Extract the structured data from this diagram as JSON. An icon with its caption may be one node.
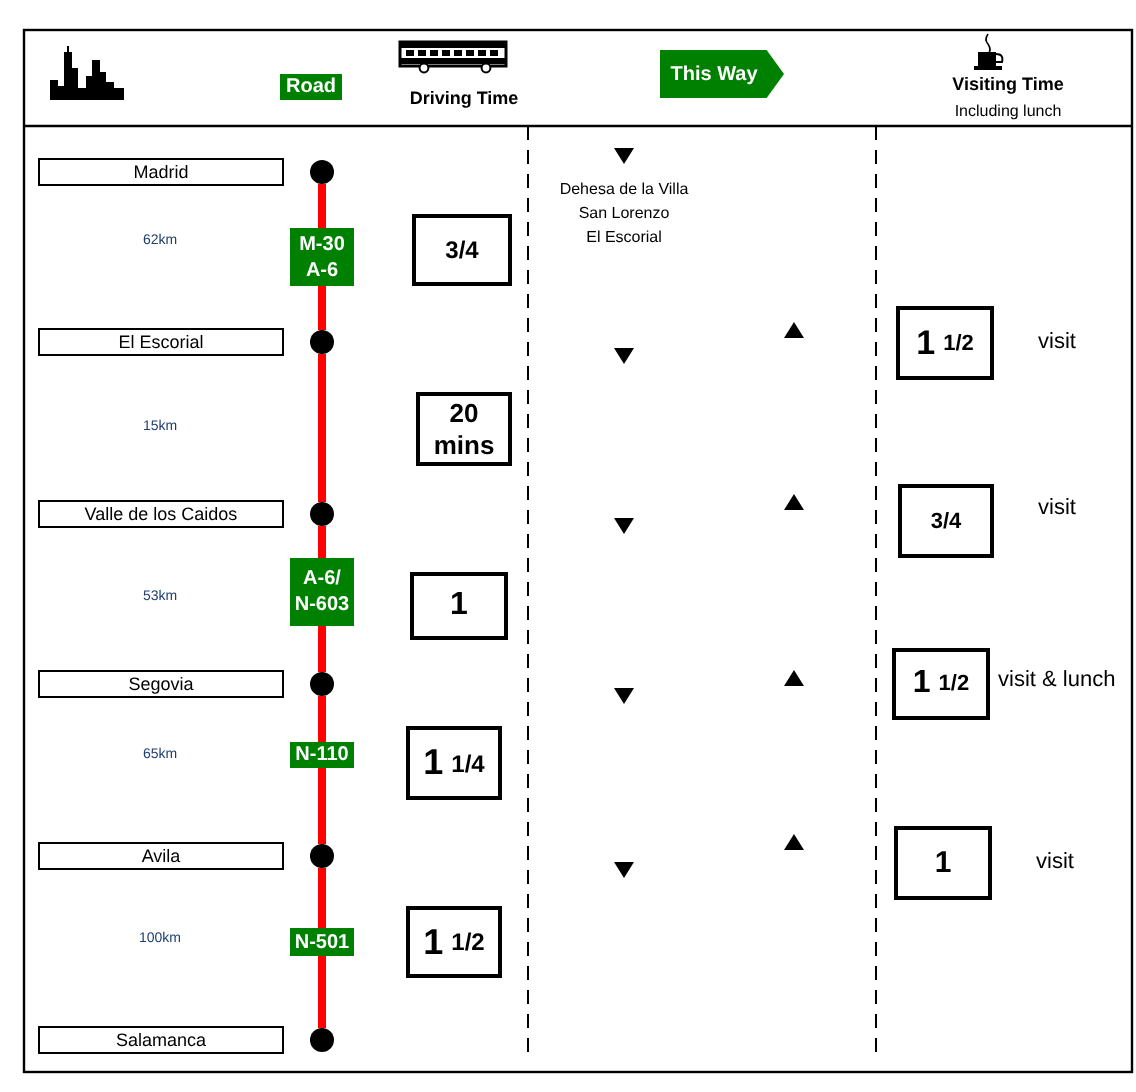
{
  "diagram": {
    "nodes": [
      {
        "text": [
          "Road"
        ]
      },
      {
        "text": [
          "This Way"
        ]
      },
      {
        "text": [
          "Madrid"
        ]
      },
      {
        "text": [],
        "shape": "circle"
      },
      {
        "text": [
          "M-30 A-6"
        ]
      },
      {
        "text": [
          "3/4"
        ]
      },
      {
        "text": [
          "El Escorial"
        ]
      },
      {
        "text": [],
        "shape": "circle"
      },
      {
        "text": [
          "1",
          "1/2"
        ],
        "beside": [
          "visit"
        ]
      },
      {
        "text": [
          "20 mins"
        ]
      },
      {
        "text": [
          "Valle de los Caidos"
        ]
      },
      {
        "text": [],
        "shape": "circle"
      },
      {
        "text": [
          "3/4"
        ],
        "beside": [
          "visit"
        ]
      },
      {
        "text": [
          "A-6/ N-603"
        ]
      },
      {
        "text": [
          "1"
        ]
      },
      {
        "text": [
          "Segovia"
        ]
      },
      {
        "text": [],
        "shape": "circle"
      },
      {
        "text": [
          "1",
          "1/2"
        ],
        "beside": [
          "visit & lunch"
        ]
      },
      {
        "text": [
          "N-110"
        ]
      },
      {
        "text": [
          "1",
          "1/4"
        ]
      },
      {
        "text": [
          "Avila"
        ]
      },
      {
        "text": [],
        "shape": "circle"
      },
      {
        "text": [
          "1"
        ],
        "beside": [
          "visit"
        ]
      },
      {
        "text": [
          "N-501"
        ]
      },
      {
        "text": [
          "1",
          "1/2"
        ]
      },
      {
        "text": [
          "Salamanca"
        ]
      },
      {
        "text": [],
        "shape": "circle"
      }
    ],
    "edges": [
      {
        "from": 3,
        "to": 4,
        "arrow": "none"
      },
      {
        "from": 4,
        "to": 7,
        "arrow": "none"
      },
      {
        "from": 7,
        "to": 11,
        "arrow": "none"
      },
      {
        "from": 11,
        "to": 13,
        "arrow": "none"
      },
      {
        "from": 13,
        "to": 16,
        "arrow": "none"
      },
      {
        "from": 16,
        "to": 18,
        "arrow": "none"
      },
      {
        "from": 18,
        "to": 21,
        "arrow": "none"
      },
      {
        "from": 21,
        "to": 23,
        "arrow": "none"
      },
      {
        "from": 23,
        "to": 26,
        "arrow": "none"
      }
    ],
    "labels": [
      "Driving Time",
      "Visiting Time",
      "Including lunch",
      "62km",
      "Dehesa de la Villa",
      "San Lorenzo",
      "El Escorial",
      "15km",
      "53km",
      "65km",
      "100km"
    ]
  }
}
